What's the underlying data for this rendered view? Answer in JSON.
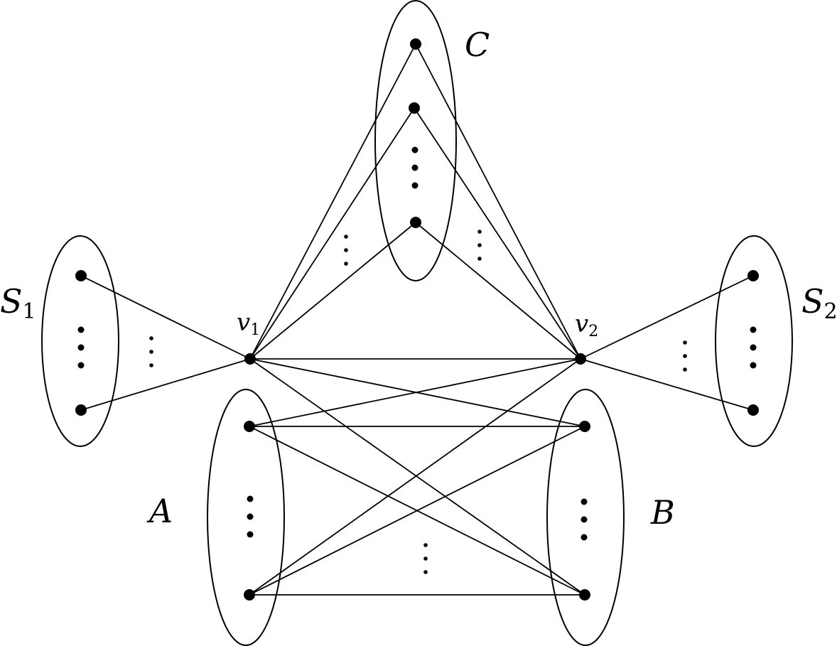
{
  "colors": {
    "ink": "#000000",
    "background": "#ffffff"
  },
  "labels": {
    "set_c": "C",
    "set_a": "A",
    "set_b": "B",
    "set_s1": {
      "base": "S",
      "sub": "1"
    },
    "set_s2": {
      "base": "S",
      "sub": "2"
    },
    "vertex_v1": {
      "base": "v",
      "sub": "1"
    },
    "vertex_v2": {
      "base": "v",
      "sub": "2"
    }
  }
}
